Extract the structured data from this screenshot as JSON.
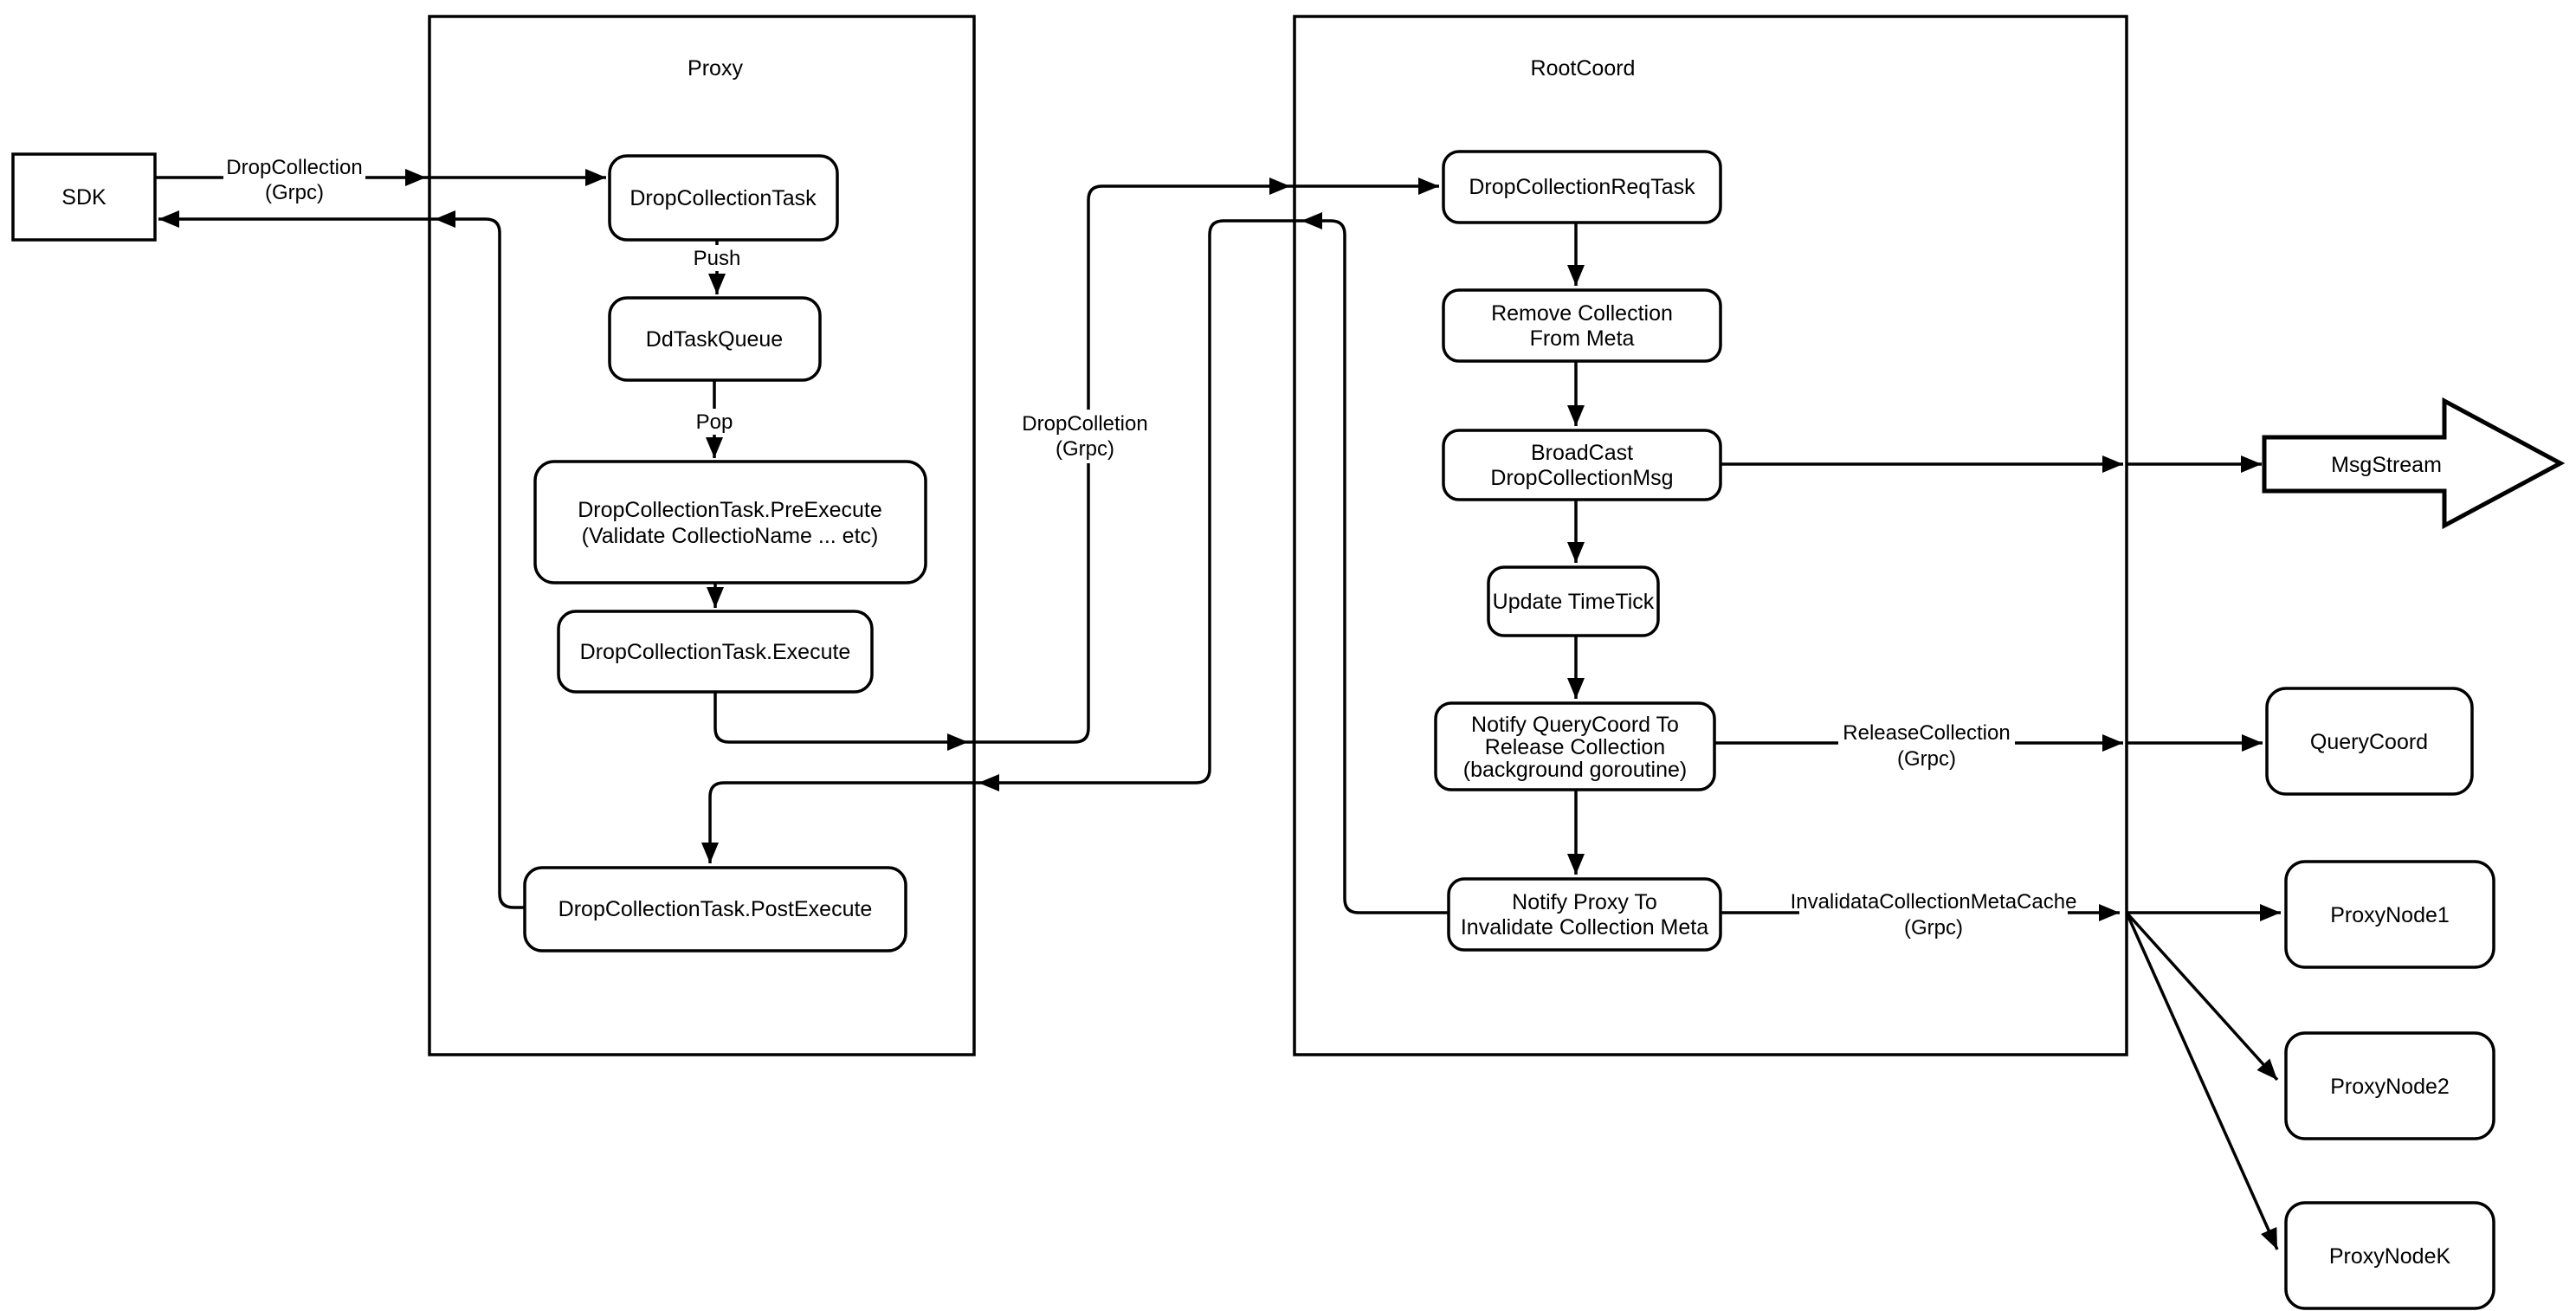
{
  "canvas": {
    "background": "#ffffff",
    "line_color": "#000000"
  },
  "sdk": {
    "label": "SDK"
  },
  "proxy": {
    "title": "Proxy",
    "nodes": {
      "drop_collection_task": "DropCollectionTask",
      "dd_task_queue": "DdTaskQueue",
      "pre_execute_l1": "DropCollectionTask.PreExecute",
      "pre_execute_l2": "(Validate CollectioName ... etc)",
      "execute": "DropCollectionTask.Execute",
      "post_execute": "DropCollectionTask.PostExecute"
    },
    "edge_labels": {
      "push": "Push",
      "pop": "Pop"
    }
  },
  "rootcoord": {
    "title": "RootCoord",
    "nodes": {
      "req_task": "DropCollectionReqTask",
      "remove_l1": "Remove Collection",
      "remove_l2": "From Meta",
      "broadcast_l1": "BroadCast",
      "broadcast_l2": "DropCollectionMsg",
      "update_timetick": "Update TimeTick",
      "notify_qc_l1": "Notify QueryCoord To",
      "notify_qc_l2": "Release Collection",
      "notify_qc_l3": "(background goroutine)",
      "notify_proxy_l1": "Notify Proxy To",
      "notify_proxy_l2": "Invalidate Collection Meta"
    }
  },
  "external": {
    "msgstream": "MsgStream",
    "querycoord": "QueryCoord",
    "proxynode1": "ProxyNode1",
    "proxynode2": "ProxyNode2",
    "proxynodek": "ProxyNodeK"
  },
  "edge_labels": {
    "sdk_grpc_l1": "DropCollection",
    "sdk_grpc_l2": "(Grpc)",
    "mid_grpc_l1": "DropColletion",
    "mid_grpc_l2": "(Grpc)",
    "release_l1": "ReleaseCollection",
    "release_l2": "(Grpc)",
    "invalidate_l1": "InvalidataCollectionMetaCache",
    "invalidate_l2": "(Grpc)"
  }
}
